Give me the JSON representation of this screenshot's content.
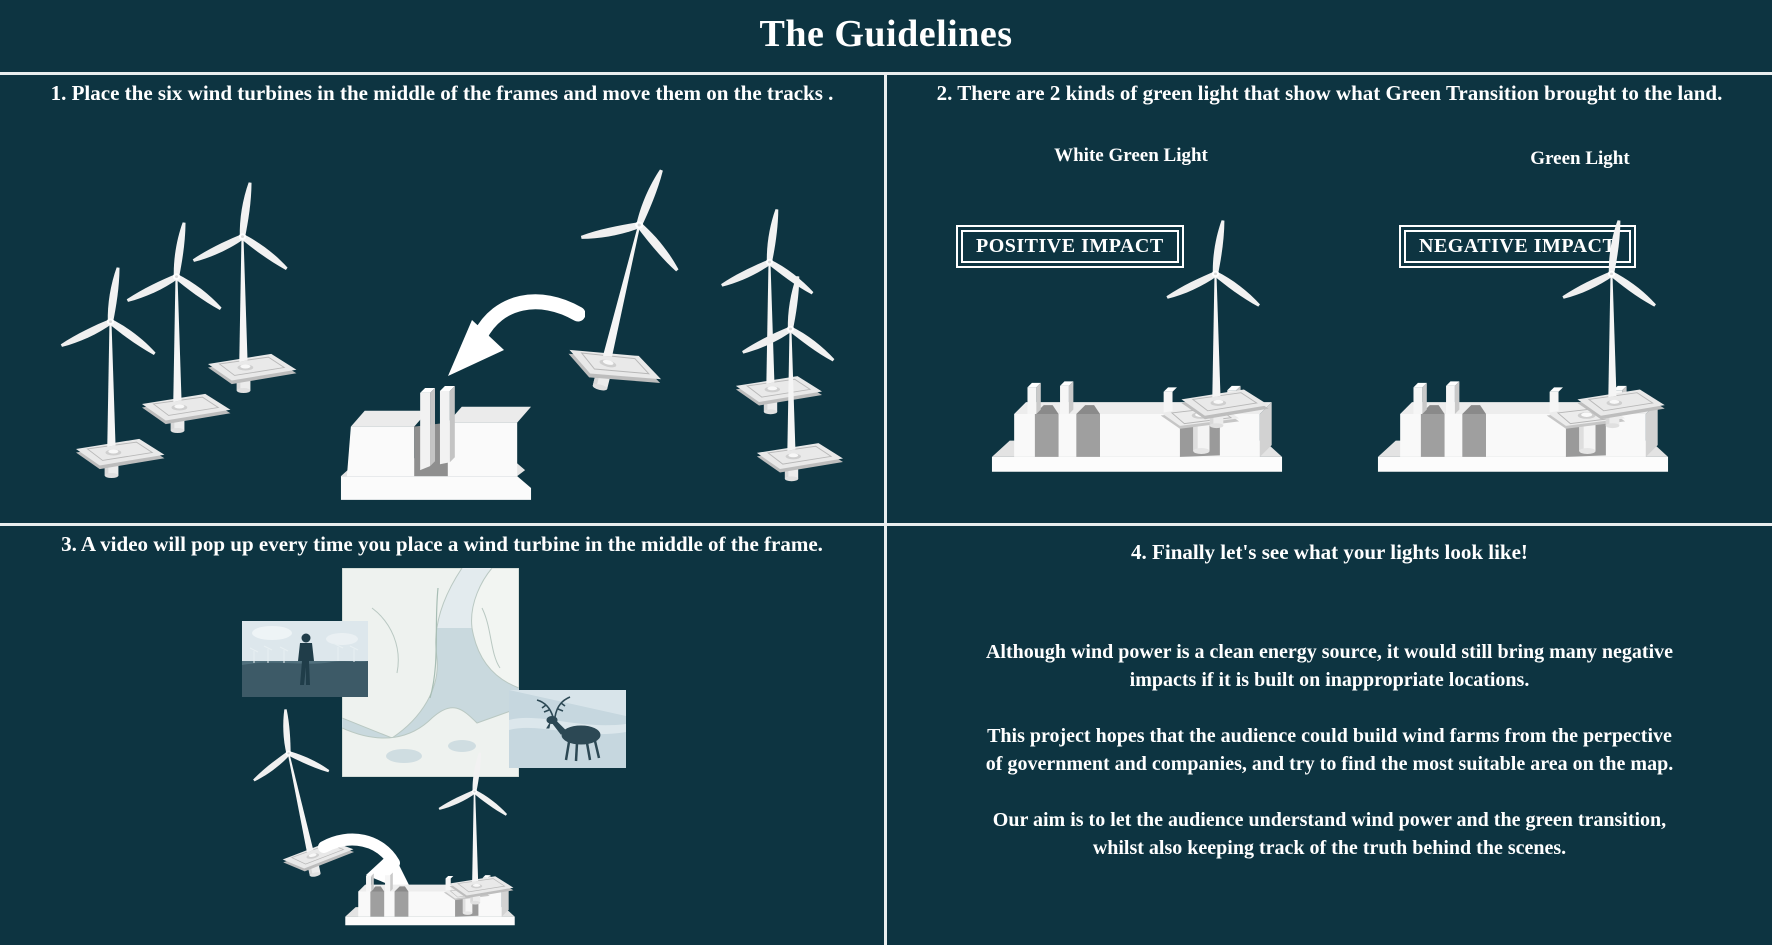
{
  "page": {
    "title": "The Guidelines",
    "colors": {
      "background": "#0d3441",
      "divider": "#e9edee",
      "text": "#ffffff"
    }
  },
  "quadrant1": {
    "heading": "1. Place the six wind turbines in the middle of the frames and move them on the tracks ."
  },
  "quadrant2": {
    "heading": "2. There are 2 kinds of green light that show what Green Transition brought to the land.",
    "white_green_light_label": "White Green Light",
    "positive_badge": "POSITIVE IMPACT",
    "green_light_label": "Green Light",
    "negative_badge": "NEGATIVE IMPACT"
  },
  "quadrant3": {
    "heading": "3. A video will pop up every time you place a wind turbine in the middle of the frame."
  },
  "quadrant4": {
    "heading": "4. Finally let's see what your lights look like!",
    "paragraphs": [
      "Although wind power is a clean energy source, it would still bring many negative impacts if it is built on inappropriate locations.",
      "This project hopes that the audience could build wind farms from the perpective of government and companies, and try to find the most suitable area on the map.",
      "Our aim is to let the audience understand wind power and the green transition, whilst also keeping track of the truth behind the scenes."
    ]
  },
  "icons": {
    "wind_turbine": "wind-turbine-3d-model",
    "turbine_track": "turbine-track-3d-model",
    "curved_arrow": "curved-arrow",
    "photos": [
      "wind-farm-worker-photo",
      "aerial-coastline-photo",
      "reindeer-photo"
    ]
  }
}
